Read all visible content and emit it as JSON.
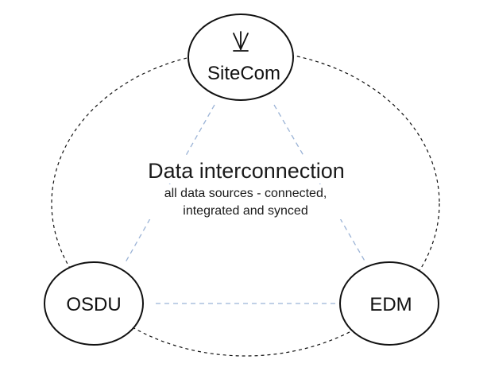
{
  "diagram": {
    "title": "Data interconnection",
    "subtitle_line1": "all data sources - connected,",
    "subtitle_line2": "integrated and synced",
    "nodes": {
      "sitecom": {
        "label": "SiteCom",
        "icon": "satellite-antenna-icon"
      },
      "osdu": {
        "label": "OSDU"
      },
      "edm": {
        "label": "EDM"
      }
    },
    "colors": {
      "outline": "#111111",
      "connector": "#9bb3d6"
    }
  }
}
